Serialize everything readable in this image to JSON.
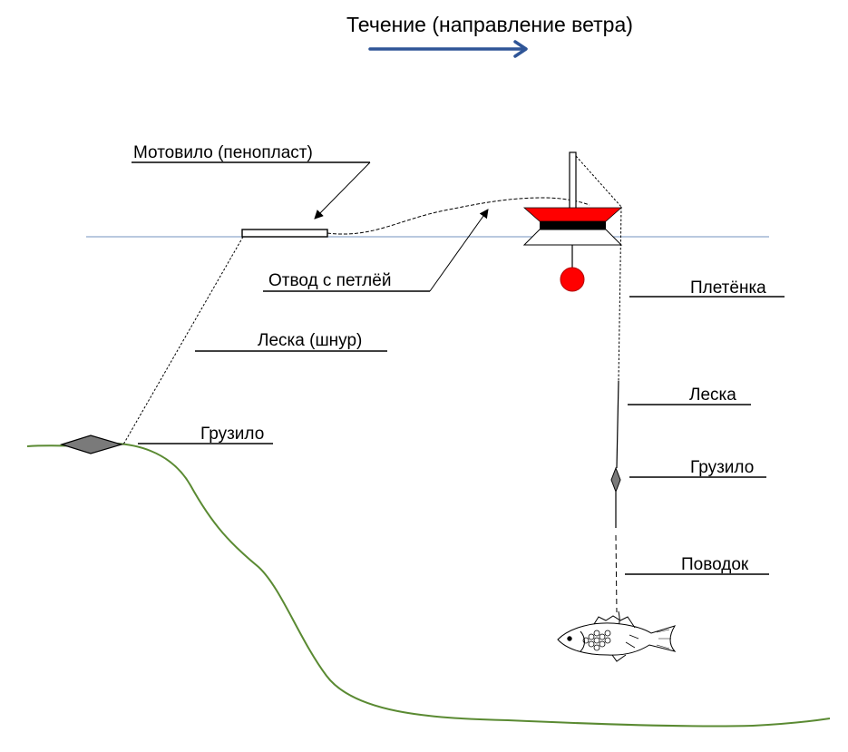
{
  "title": "Течение (направление ветра)",
  "labels": {
    "motovilo": "Мотовило (пенопласт)",
    "otvod": "Отвод с петлёй",
    "leska_shnur": "Леска (шнур)",
    "gruzilo_left": "Грузило",
    "pletenka": "Плетёнка",
    "leska": "Леска",
    "gruzilo_right": "Грузило",
    "povodok": "Поводок"
  },
  "colors": {
    "current_arrow": "#2f5597",
    "water_line": "#8fa9cc",
    "bottom": "#5a8a32",
    "float_red": "#ff0000",
    "sinker": "#7a7a7a"
  }
}
